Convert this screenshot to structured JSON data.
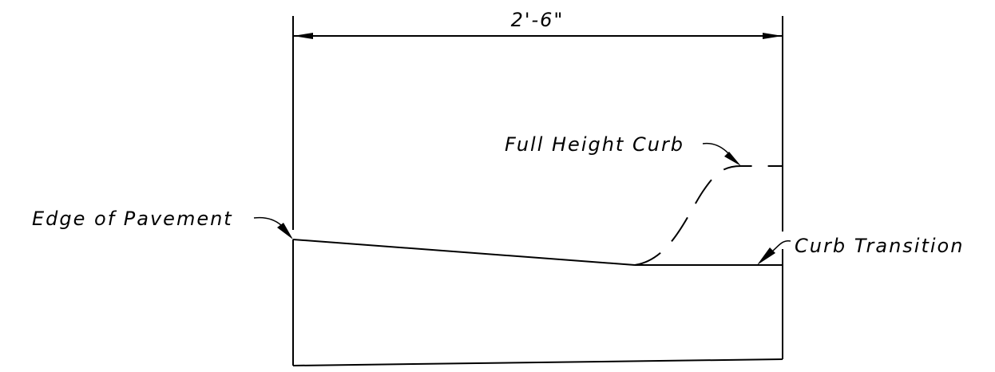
{
  "diagram": {
    "dimension_label": "2'-6\"",
    "labels": {
      "full_height_curb": "Full Height Curb",
      "edge_of_pavement": "Edge of Pavement",
      "curb_transition": "Curb Transition"
    },
    "line_color": "#000000",
    "background_color": "#ffffff"
  }
}
